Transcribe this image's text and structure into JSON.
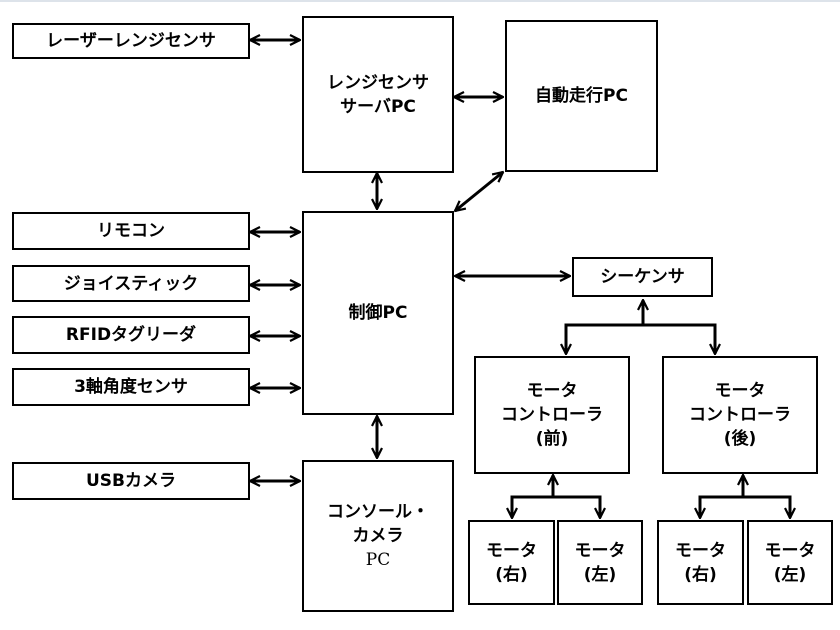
{
  "nodes": {
    "laser_range_sensor": [
      "レーザーレンジセンサ"
    ],
    "range_sensor_server_pc": [
      "レンジセンサ",
      "サーバPC"
    ],
    "autonomous_drive_pc": [
      "自動走行PC"
    ],
    "remote_control": [
      "リモコン"
    ],
    "joystick": [
      "ジョイスティック"
    ],
    "rfid_tag_reader": [
      "RFIDタグリーダ"
    ],
    "three_axis_angle_sensor": [
      "3軸角度センサ"
    ],
    "control_pc": [
      "制御PC"
    ],
    "sequencer": [
      "シーケンサ"
    ],
    "motor_controller_front": [
      "モータ",
      "コントローラ",
      "(前)"
    ],
    "motor_controller_rear": [
      "モータ",
      "コントローラ",
      "(後)"
    ],
    "usb_camera": [
      "USBカメラ"
    ],
    "console_camera_pc": [
      "コンソール・",
      "カメラ",
      "PC"
    ],
    "motor_front_right": [
      "モータ",
      "(右)"
    ],
    "motor_front_left": [
      "モータ",
      "(左)"
    ],
    "motor_rear_right": [
      "モータ",
      "(右)"
    ],
    "motor_rear_left": [
      "モータ",
      "(左)"
    ]
  },
  "connections": [
    {
      "from": "laser_range_sensor",
      "to": "range_sensor_server_pc",
      "direction": "bidirectional"
    },
    {
      "from": "range_sensor_server_pc",
      "to": "autonomous_drive_pc",
      "direction": "bidirectional"
    },
    {
      "from": "range_sensor_server_pc",
      "to": "control_pc",
      "direction": "bidirectional"
    },
    {
      "from": "autonomous_drive_pc",
      "to": "control_pc",
      "direction": "bidirectional"
    },
    {
      "from": "remote_control",
      "to": "control_pc",
      "direction": "bidirectional"
    },
    {
      "from": "joystick",
      "to": "control_pc",
      "direction": "bidirectional"
    },
    {
      "from": "rfid_tag_reader",
      "to": "control_pc",
      "direction": "bidirectional"
    },
    {
      "from": "three_axis_angle_sensor",
      "to": "control_pc",
      "direction": "bidirectional"
    },
    {
      "from": "control_pc",
      "to": "sequencer",
      "direction": "bidirectional"
    },
    {
      "from": "control_pc",
      "to": "console_camera_pc",
      "direction": "bidirectional"
    },
    {
      "from": "usb_camera",
      "to": "console_camera_pc",
      "direction": "bidirectional"
    },
    {
      "from": "sequencer",
      "to": "motor_controller_front",
      "direction": "fork"
    },
    {
      "from": "sequencer",
      "to": "motor_controller_rear",
      "direction": "fork"
    },
    {
      "from": "motor_controller_front",
      "to": "motor_front_right",
      "direction": "fork"
    },
    {
      "from": "motor_controller_front",
      "to": "motor_front_left",
      "direction": "fork"
    },
    {
      "from": "motor_controller_rear",
      "to": "motor_rear_right",
      "direction": "fork"
    },
    {
      "from": "motor_controller_rear",
      "to": "motor_rear_left",
      "direction": "fork"
    }
  ]
}
